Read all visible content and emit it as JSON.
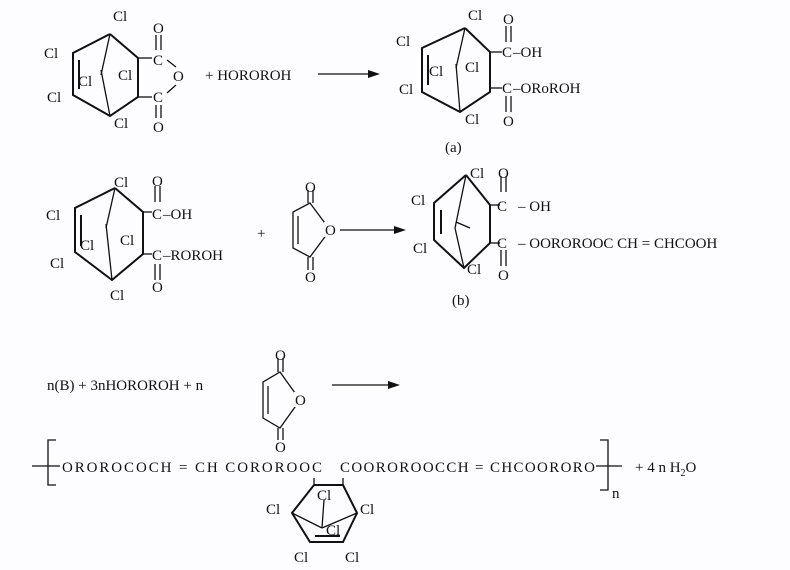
{
  "atoms": {
    "cl": "Cl",
    "c": "C",
    "o": "O",
    "n": "n"
  },
  "reaction_a": {
    "plus_reagent": "+ HOROROH",
    "product_oh": "–OH",
    "product_ester": "–ORoROH",
    "label": "(a)"
  },
  "reaction_b": {
    "reactant_oh": "–OH",
    "reactant_ester": "–ROROH",
    "plus": "+",
    "product_oh": "–  OH",
    "product_ester": "–  OOROROOC CH = CHCOOH",
    "label": "(b)"
  },
  "reaction_c": {
    "reactants": "n(B) + 3nHOROROH + n",
    "polymer_left": "OROROCOCH = CH CORORОOC",
    "polymer_right": "COOROROOCCH = CHCOORORO",
    "repeat_n": "n",
    "byproduct": "+ 4 n H",
    "byproduct_sub": "2",
    "byproduct_end": "O"
  },
  "colors": {
    "ink": "#111111",
    "background": "#fdfcff"
  }
}
